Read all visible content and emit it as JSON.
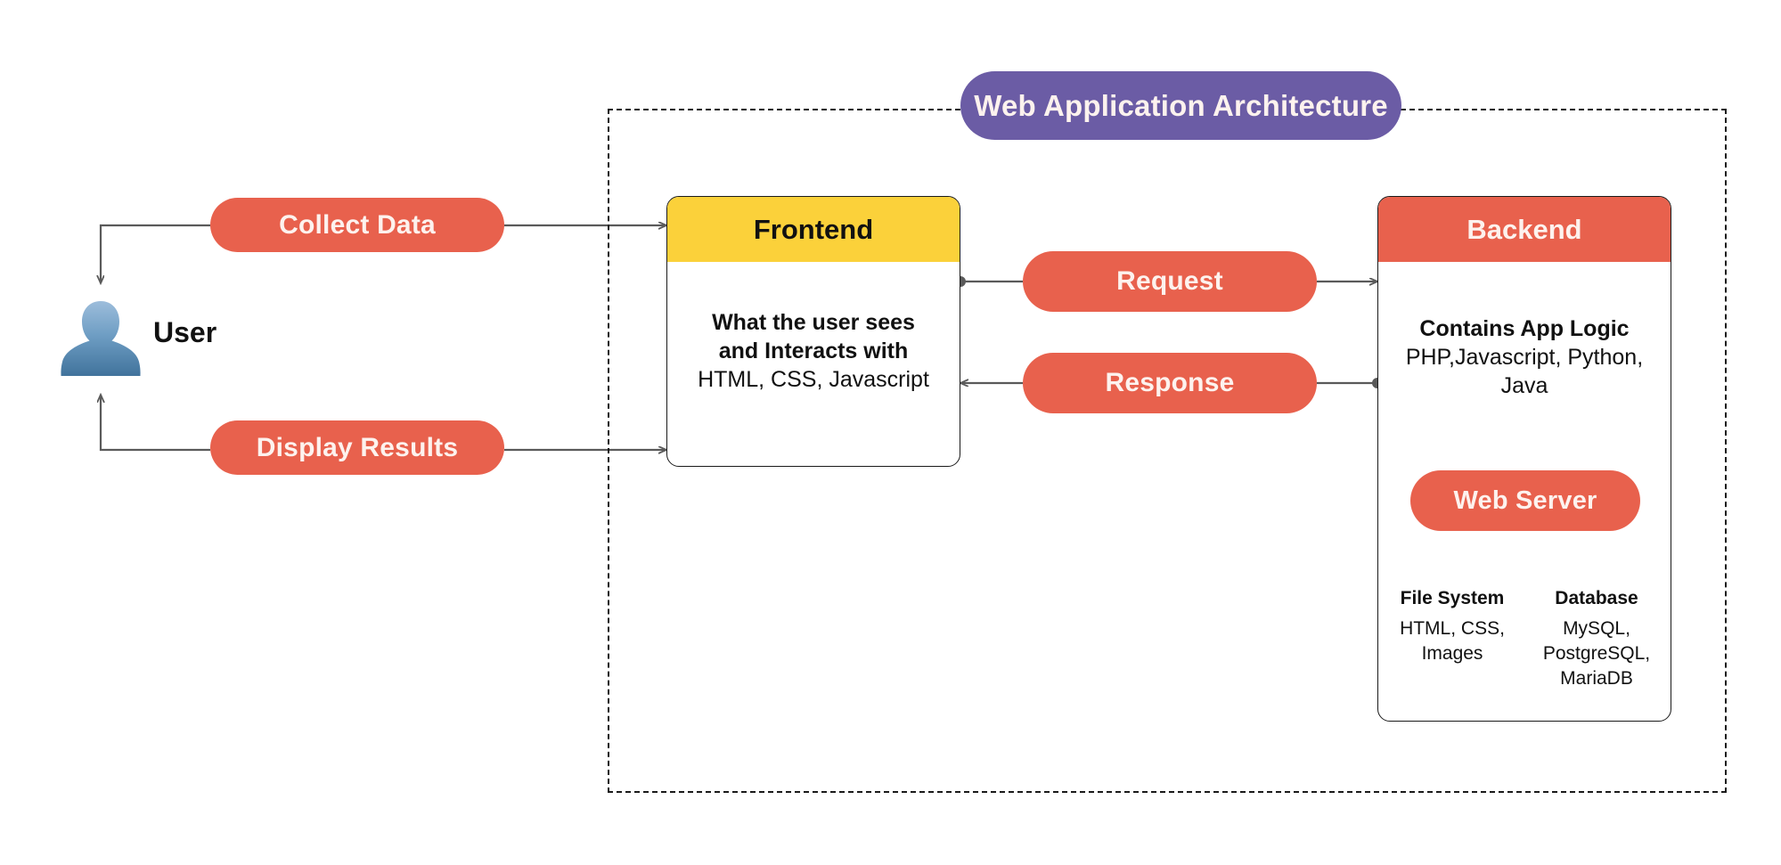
{
  "diagram": {
    "title": "Web Application Architecture",
    "boundary_label": "system-boundary"
  },
  "actor": {
    "icon": "user-avatar-icon",
    "label": "User"
  },
  "flows": {
    "collect": "Collect Data",
    "display": "Display Results",
    "request": "Request",
    "response": "Response"
  },
  "frontend": {
    "header": "Frontend",
    "desc_bold": "What the user sees and Interacts with ",
    "desc_regular": "HTML, CSS, Javascript"
  },
  "backend": {
    "header": "Backend",
    "desc_bold": "Contains App Logic",
    "desc_regular": "PHP,Javascript, Python, Java",
    "web_server": "Web Server",
    "columns": [
      {
        "title": "File System",
        "items": "HTML, CSS, Images"
      },
      {
        "title": "Database",
        "items": "MySQL, PostgreSQL, MariaDB"
      }
    ]
  },
  "colors": {
    "coral": "#e8614d",
    "purple": "#6b5ca5",
    "yellow": "#fbd13a",
    "line": "#5a5a5a",
    "boundary": "#1a1a1a",
    "avatar_top": "#8fb4d4",
    "avatar_bottom": "#41739c"
  }
}
